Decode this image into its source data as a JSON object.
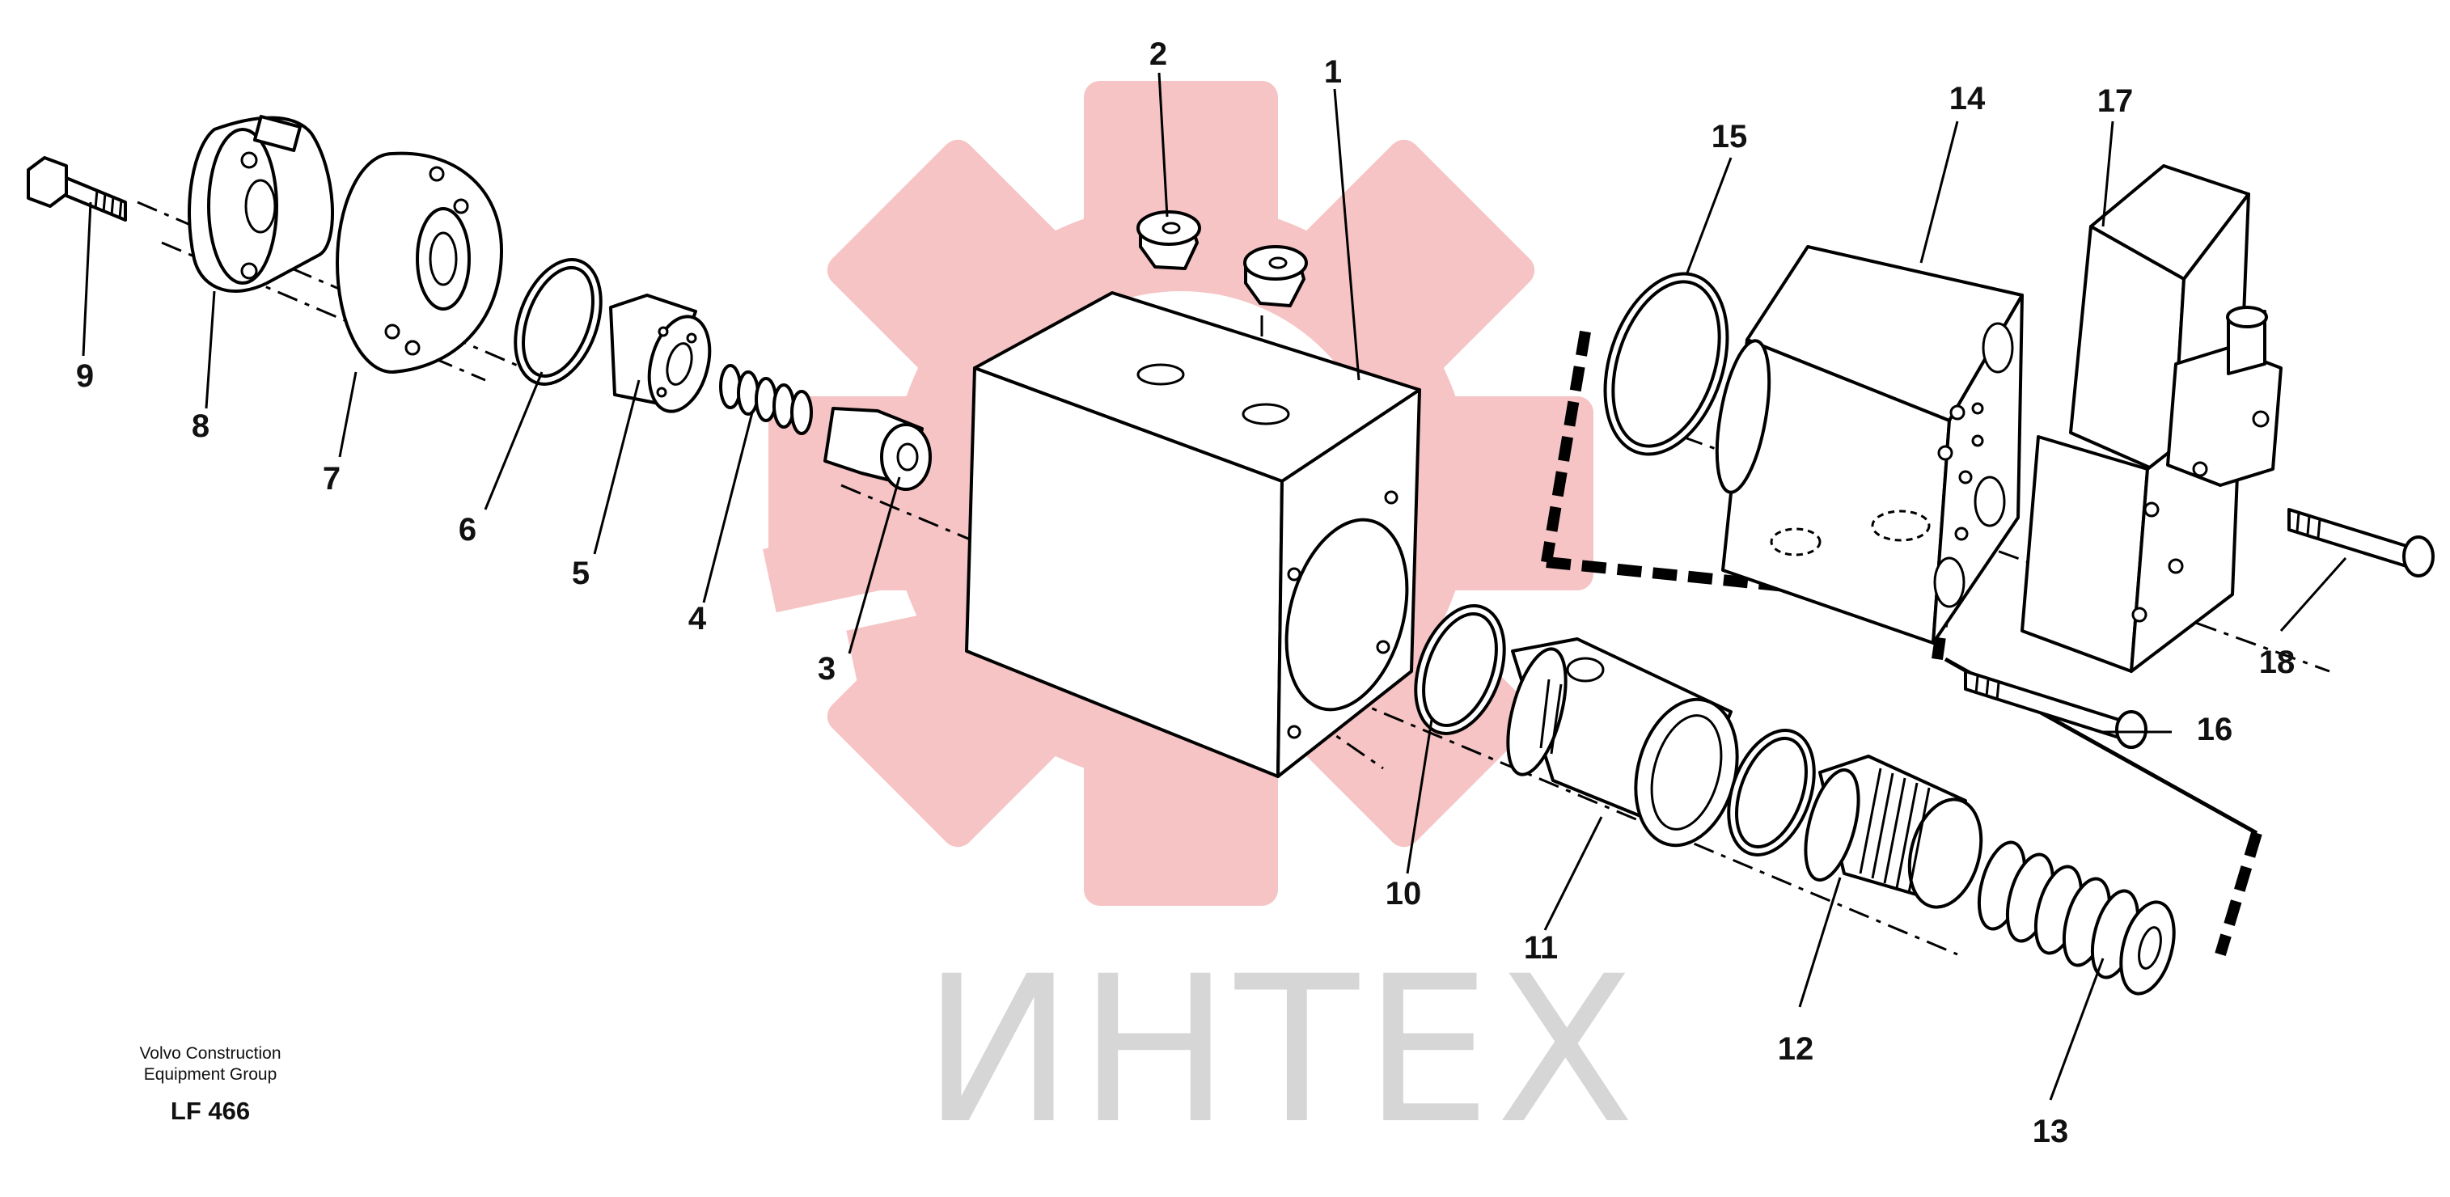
{
  "watermark": {
    "text": "ИНТЕХ",
    "gear_color": "#f6c4c4",
    "text_color": "#d0d0d0"
  },
  "footer": {
    "org_line1": "Volvo Construction",
    "org_line2": "Equipment Group",
    "code": "LF 466"
  },
  "callouts": [
    {
      "id": "1",
      "label": "1"
    },
    {
      "id": "2",
      "label": "2"
    },
    {
      "id": "3",
      "label": "3"
    },
    {
      "id": "4",
      "label": "4"
    },
    {
      "id": "5",
      "label": "5"
    },
    {
      "id": "6",
      "label": "6"
    },
    {
      "id": "7",
      "label": "7"
    },
    {
      "id": "8",
      "label": "8"
    },
    {
      "id": "9",
      "label": "9"
    },
    {
      "id": "10",
      "label": "10"
    },
    {
      "id": "11",
      "label": "11"
    },
    {
      "id": "12",
      "label": "12"
    },
    {
      "id": "13",
      "label": "13"
    },
    {
      "id": "14",
      "label": "14"
    },
    {
      "id": "15",
      "label": "15"
    },
    {
      "id": "16",
      "label": "16"
    },
    {
      "id": "17",
      "label": "17"
    },
    {
      "id": "18",
      "label": "18"
    }
  ]
}
